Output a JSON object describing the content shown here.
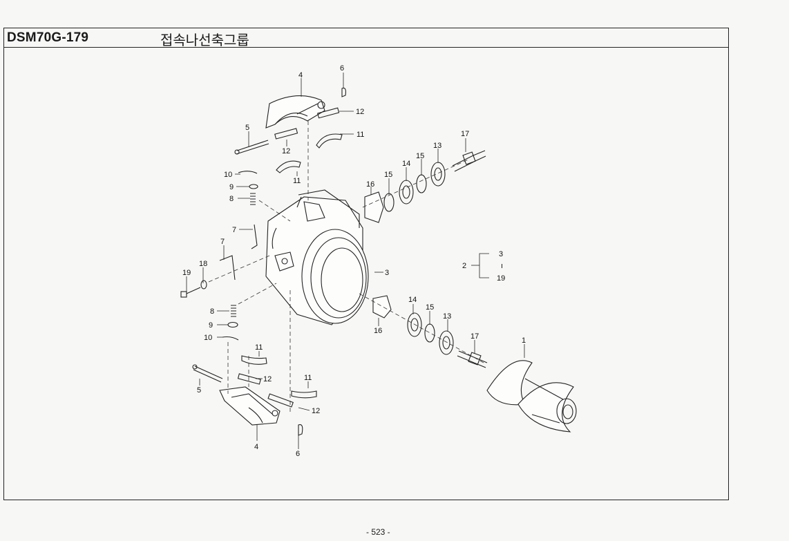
{
  "header": {
    "model_code": "DSM70G-179",
    "group_title": "접속나선축그룹"
  },
  "callouts": [
    "1",
    "2",
    "3",
    "4",
    "5",
    "6",
    "7",
    "8",
    "9",
    "10",
    "11",
    "12",
    "13",
    "14",
    "15",
    "16",
    "17",
    "18",
    "19"
  ],
  "assembly_bracket": {
    "parent": "2",
    "from": "3",
    "separator": "ı",
    "to": "19"
  },
  "footer": {
    "page_number": "- 523 -"
  }
}
